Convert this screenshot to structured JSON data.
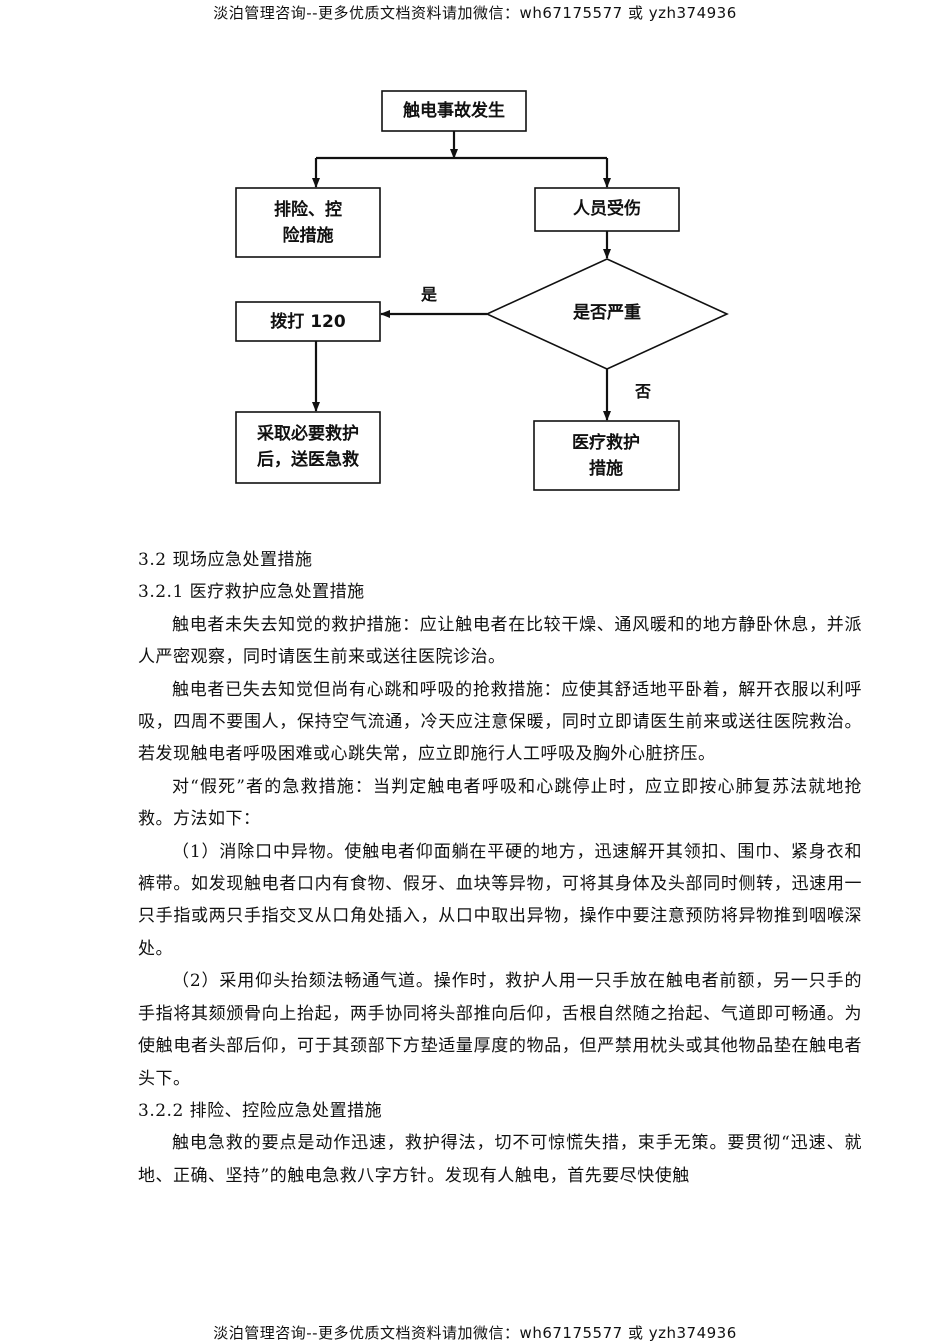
{
  "header": "淡泊管理咨询--更多优质文档资料请加微信：wh67175577 或 yzh374936",
  "footer": "淡泊管理咨询--更多优质文档资料请加微信：wh67175577 或 yzh374936",
  "flowchart": {
    "nodes": {
      "start": "触电事故发生",
      "eliminate": "排险、控险措施",
      "injured": "人员受伤",
      "serious": "是否严重",
      "call": "拨打 120",
      "rescue": "采取必要救护后，送医急救",
      "medical": "医疗救护措施"
    },
    "labels": {
      "yes": "是",
      "no": "否"
    }
  },
  "sections": [
    {
      "type": "heading",
      "text": "3.2 现场应急处置措施"
    },
    {
      "type": "heading",
      "text": "3.2.1 医疗救护应急处置措施"
    },
    {
      "type": "para",
      "text": "触电者未失去知觉的救护措施：应让触电者在比较干燥、通风暖和的地方静卧休息，并派人严密观察，同时请医生前来或送往医院诊治。"
    },
    {
      "type": "para",
      "text": "触电者已失去知觉但尚有心跳和呼吸的抢救措施：应使其舒适地平卧着，解开衣服以利呼吸，四周不要围人，保持空气流通，冷天应注意保暖，同时立即请医生前来或送往医院救治。若发现触电者呼吸困难或心跳失常，应立即施行人工呼吸及胸外心脏挤压。"
    },
    {
      "type": "para",
      "text": "对“假死”者的急救措施：当判定触电者呼吸和心跳停止时，应立即按心肺复苏法就地抢救。方法如下："
    },
    {
      "type": "para",
      "text": "（1）消除口中异物。使触电者仰面躺在平硬的地方，迅速解开其领扣、围巾、紧身衣和裤带。如发现触电者口内有食物、假牙、血块等异物，可将其身体及头部同时侧转，迅速用一只手指或两只手指交叉从口角处插入，从口中取出异物，操作中要注意预防将异物推到咽喉深处。"
    },
    {
      "type": "para",
      "text": "（2）采用仰头抬颏法畅通气道。操作时，救护人用一只手放在触电者前额，另一只手的手指将其颏颁骨向上抬起，两手协同将头部推向后仰，舌根自然随之抬起、气道即可畅通。为使触电者头部后仰，可于其颈部下方垫适量厚度的物品，但严禁用枕头或其他物品垫在触电者头下。"
    },
    {
      "type": "heading",
      "text": "3.2.2 排险、控险应急处置措施"
    },
    {
      "type": "para",
      "text": "触电急救的要点是动作迅速，救护得法，切不可惊慌失措，束手无策。要贯彻“迅速、就地、正确、坚持”的触电急救八字方针。发现有人触电，首先要尽快使触"
    }
  ]
}
